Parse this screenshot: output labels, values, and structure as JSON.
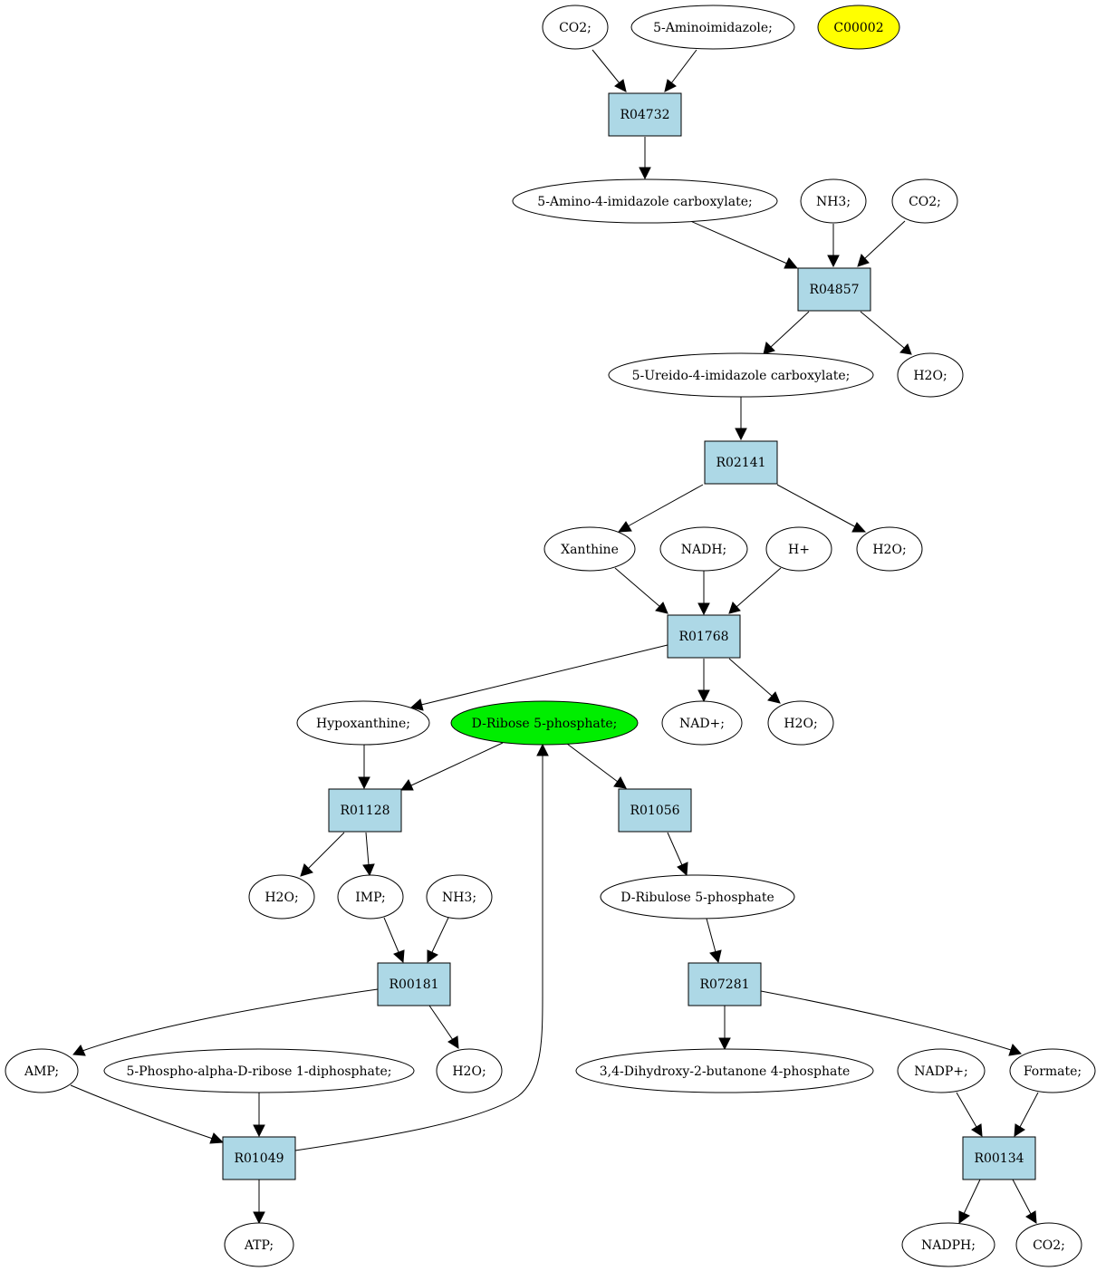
{
  "colors": {
    "reaction_fill": "#add8e6",
    "compound_fill": "#ffffff",
    "highlight_green": "#00ee00",
    "highlight_yellow": "#ffff00"
  },
  "reactions": {
    "r04732": "R04732",
    "r04857": "R04857",
    "r02141": "R02141",
    "r01768": "R01768",
    "r01128": "R01128",
    "r01056": "R01056",
    "r00181": "R00181",
    "r07281": "R07281",
    "r01049": "R01049",
    "r00134": "R00134"
  },
  "compounds": {
    "co2_top": "CO2;",
    "aminoimidazole": "5-Aminoimidazole;",
    "c00002": "C00002",
    "amino_imidazole_carboxylate": "5-Amino-4-imidazole carboxylate;",
    "nh3_top": "NH3;",
    "co2_mid": "CO2;",
    "ureido_imidazole_carboxylate": "5-Ureido-4-imidazole carboxylate;",
    "h2o_r04857": "H2O;",
    "xanthine": "Xanthine",
    "nadh": "NADH;",
    "h_plus": "H+",
    "h2o_r02141": "H2O;",
    "hypoxanthine": "Hypoxanthine;",
    "ribose_5_phosphate": "D-Ribose 5-phosphate;",
    "nad_plus": "NAD+;",
    "h2o_r01768": "H2O;",
    "h2o_r01128": "H2O;",
    "imp": "IMP;",
    "nh3_lower": "NH3;",
    "ribulose_5_phosphate": "D-Ribulose 5-phosphate",
    "amp": "AMP;",
    "prpp": "5-Phospho-alpha-D-ribose 1-diphosphate;",
    "h2o_r00181": "H2O;",
    "dihydroxy_butanone_phosphate": "3,4-Dihydroxy-2-butanone 4-phosphate",
    "nadp_plus": "NADP+;",
    "formate": "Formate;",
    "atp": "ATP;",
    "nadph": "NADPH;",
    "co2_bottom": "CO2;"
  }
}
